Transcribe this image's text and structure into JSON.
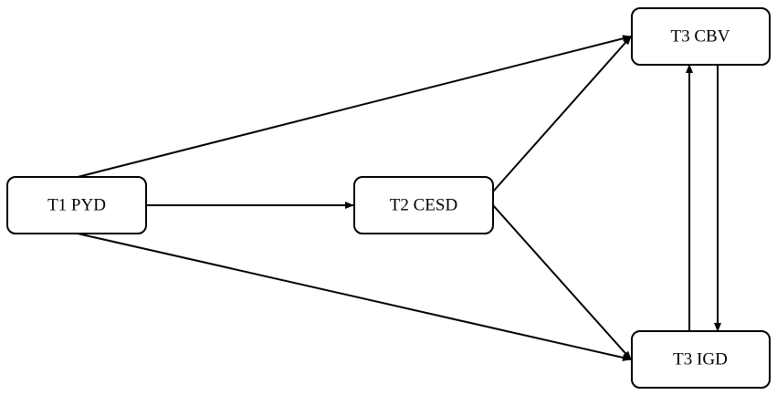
{
  "diagram": {
    "nodes": {
      "t1_pyd": {
        "label": "T1 PYD"
      },
      "t2_cesd": {
        "label": "T2 CESD"
      },
      "t3_cbv": {
        "label": "T3 CBV"
      },
      "t3_igd": {
        "label": "T3 IGD"
      }
    },
    "edges": [
      {
        "from": "T1 PYD",
        "to": "T2 CESD"
      },
      {
        "from": "T1 PYD",
        "to": "T3 CBV"
      },
      {
        "from": "T1 PYD",
        "to": "T3 IGD"
      },
      {
        "from": "T2 CESD",
        "to": "T3 CBV"
      },
      {
        "from": "T2 CESD",
        "to": "T3 IGD"
      },
      {
        "from": "T3 IGD",
        "to": "T3 CBV"
      },
      {
        "from": "T3 CBV",
        "to": "T3 IGD"
      }
    ]
  }
}
